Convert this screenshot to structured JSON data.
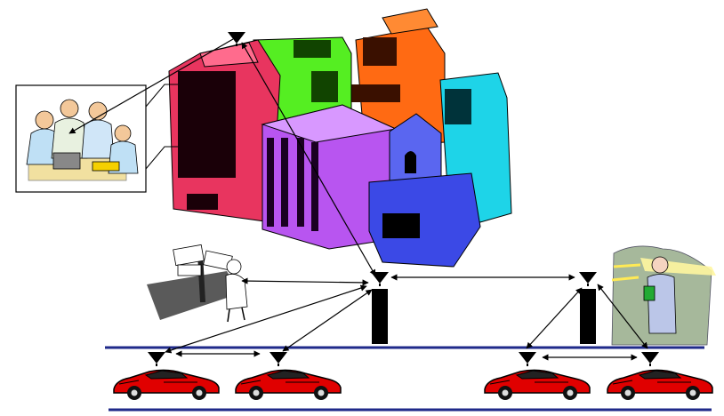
{
  "diagram": {
    "type": "wireless-network-illustration",
    "nodes": [
      {
        "id": "rooftop-antenna",
        "icon": "antenna-icon"
      },
      {
        "id": "office-workers",
        "icon": "office-meeting-clipart"
      },
      {
        "id": "city-buildings",
        "icon": "office-buildings-clipart"
      },
      {
        "id": "lost-pedestrian",
        "icon": "signpost-pedestrian-clipart"
      },
      {
        "id": "tunnel-person",
        "icon": "tunnel-walker-clipart"
      },
      {
        "id": "base-station-1",
        "icon": "base-station-tower"
      },
      {
        "id": "base-station-2",
        "icon": "base-station-tower"
      },
      {
        "id": "car-1",
        "icon": "red-sports-car"
      },
      {
        "id": "car-2",
        "icon": "red-sports-car"
      },
      {
        "id": "car-3",
        "icon": "red-sports-car"
      },
      {
        "id": "car-4",
        "icon": "red-sports-car"
      }
    ],
    "links": [
      [
        "rooftop-antenna",
        "office-workers"
      ],
      [
        "rooftop-antenna",
        "base-station-1"
      ],
      [
        "base-station-1",
        "base-station-2"
      ],
      [
        "lost-pedestrian",
        "base-station-1"
      ],
      [
        "car-1",
        "base-station-1"
      ],
      [
        "car-2",
        "base-station-1"
      ],
      [
        "car-1",
        "car-2"
      ],
      [
        "car-3",
        "base-station-2"
      ],
      [
        "car-3",
        "car-4"
      ],
      [
        "base-station-2",
        "car-4"
      ]
    ],
    "colors": {
      "road": "#1f2a8a",
      "arrow": "#000000",
      "car": "#e00000",
      "tower": "#000000",
      "building_pink": "#e8355f",
      "building_green": "#55ee22",
      "building_orange": "#ff6a13",
      "building_purple": "#b855f0",
      "building_cyan": "#1ed4e8",
      "building_blue": "#3b49e6"
    }
  }
}
